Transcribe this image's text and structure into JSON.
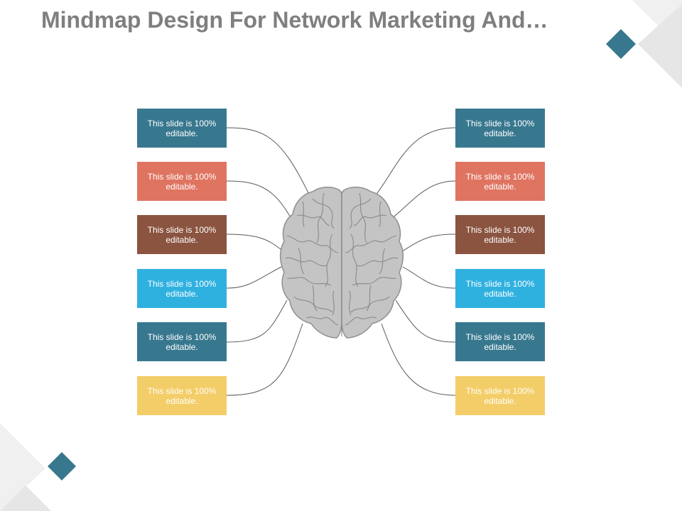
{
  "title": "Mindmap Design For Network Marketing And…",
  "colors": {
    "teal": "#38788f",
    "salmon": "#df7461",
    "brown": "#8a5440",
    "sky": "#2fb1e0",
    "yellow": "#f3cd68",
    "brain": "#c4c4c4",
    "title": "#7f7f7f"
  },
  "left_boxes": [
    {
      "text": "This slide is 100% editable.",
      "color": "teal"
    },
    {
      "text": "This slide is 100% editable.",
      "color": "salmon"
    },
    {
      "text": "This slide is 100% editable.",
      "color": "brown"
    },
    {
      "text": "This slide is 100% editable.",
      "color": "sky"
    },
    {
      "text": "This slide is 100% editable.",
      "color": "teal"
    },
    {
      "text": "This slide is 100% editable.",
      "color": "yellow"
    }
  ],
  "right_boxes": [
    {
      "text": "This slide is 100% editable.",
      "color": "teal"
    },
    {
      "text": "This slide is 100% editable.",
      "color": "salmon"
    },
    {
      "text": "This slide is 100% editable.",
      "color": "brown"
    },
    {
      "text": "This slide is 100% editable.",
      "color": "sky"
    },
    {
      "text": "This slide is 100% editable.",
      "color": "teal"
    },
    {
      "text": "This slide is 100% editable.",
      "color": "yellow"
    }
  ],
  "center_icon": "brain-icon"
}
